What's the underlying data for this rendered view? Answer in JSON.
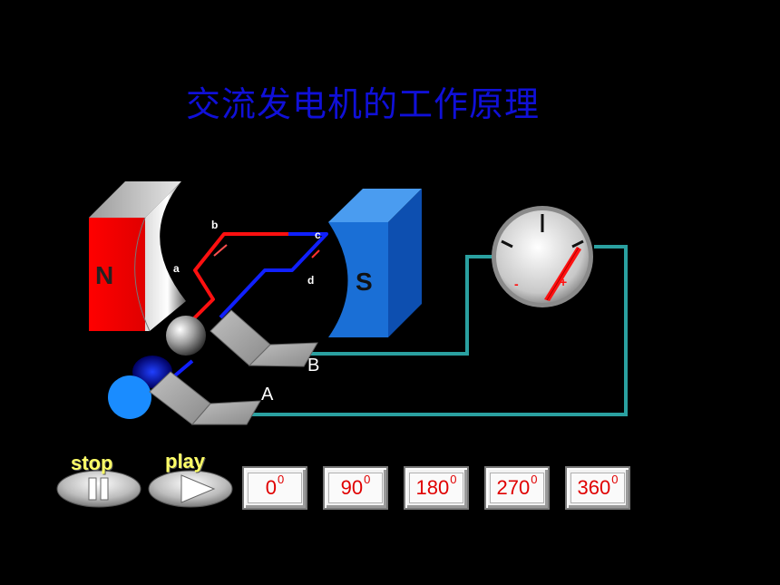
{
  "title": "交流发电机的工作原理",
  "diagram": {
    "magnet_north_label": "N",
    "magnet_south_label": "S",
    "coil_labels": {
      "a": "a",
      "b": "b",
      "c": "c",
      "d": "d"
    },
    "brush_labels": {
      "A": "A",
      "B": "B"
    },
    "meter_minus": "-",
    "meter_plus": "+",
    "colors": {
      "north": "#ff0000",
      "south": "#1a6fd6",
      "wire_red": "#ff1010",
      "wire_blue": "#1020ff",
      "circuit": "#2aa0a0",
      "title": "#1010d8"
    }
  },
  "controls": {
    "stop_label": "stop",
    "play_label": "play",
    "angles": [
      {
        "value": "0",
        "deg": "0"
      },
      {
        "value": "90",
        "deg": "0"
      },
      {
        "value": "180",
        "deg": "0"
      },
      {
        "value": "270",
        "deg": "0"
      },
      {
        "value": "360",
        "deg": "0"
      }
    ]
  }
}
